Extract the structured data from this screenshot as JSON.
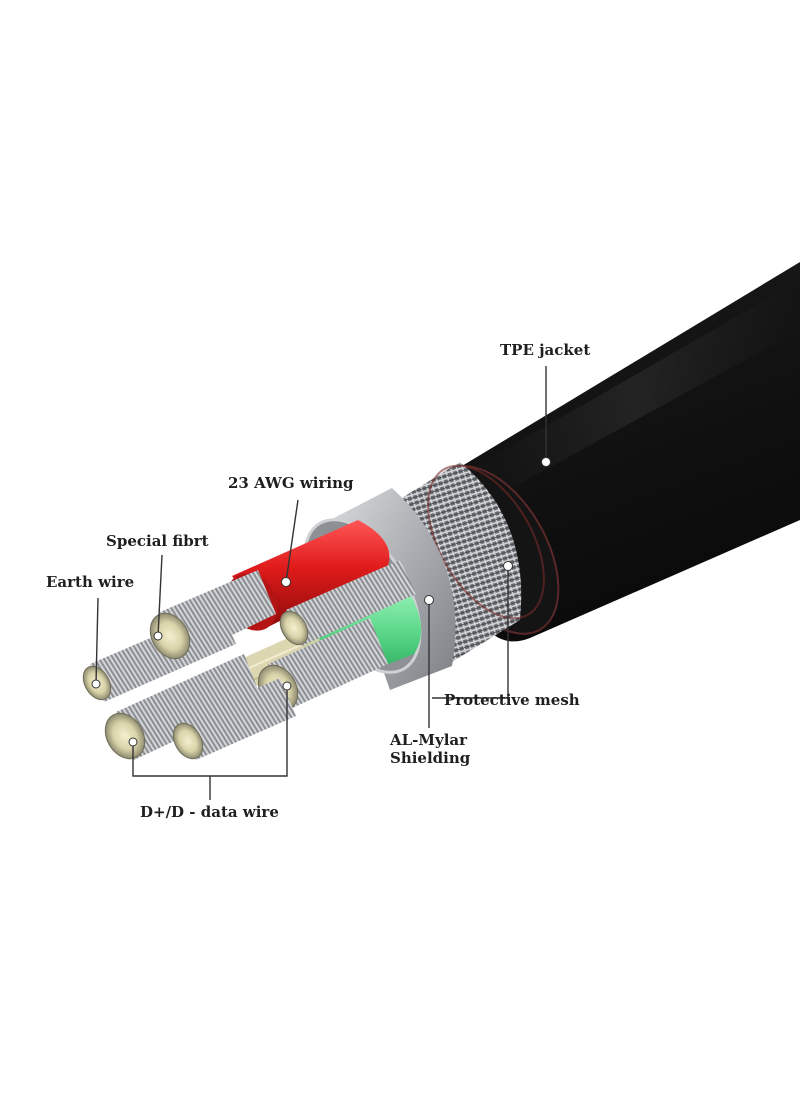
{
  "labels": {
    "tpe_jacket": "TPE jacket",
    "awg_wiring": "23 AWG wiring",
    "special_fibrt": "Special fibrt",
    "earth_wire": "Earth wire",
    "protective_mesh": "Protective mesh",
    "al_mylar_line1": "AL-Mylar",
    "al_mylar_line2": "Shielding",
    "data_wire": "D+/D - data wire"
  },
  "colors": {
    "jacket": "#1c1c1c",
    "red_wire": "#e01b1b",
    "green_wire": "#4fd07f",
    "foil": "#b9bcbf",
    "strand": "#a8aaad",
    "fiber": "#d8d2a8"
  }
}
